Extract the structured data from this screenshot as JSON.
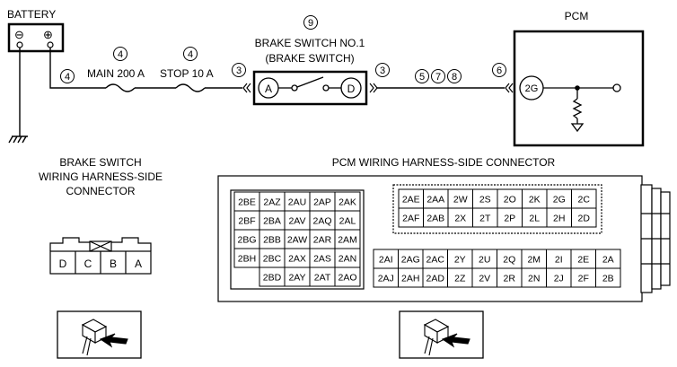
{
  "circuit": {
    "battery_label": "BATTERY",
    "battery_minus": "⊖",
    "battery_plus": "⊕",
    "fuse_main": "MAIN 200 A",
    "fuse_stop": "STOP 10 A",
    "switch_title_line1": "BRAKE SWITCH NO.1",
    "switch_title_line2": "(BRAKE SWITCH)",
    "switch_pin_a": "A",
    "switch_pin_d": "D",
    "pcm_label": "PCM",
    "pcm_terminal": "2G",
    "callouts": {
      "battery_wire": "4",
      "fuse_main": "4",
      "fuse_stop": "4",
      "stop_to_switch": "3",
      "switch_out": "3",
      "switch_top": "9",
      "harness": [
        "5",
        "7",
        "8"
      ],
      "pcm_in": "6"
    }
  },
  "brake_connector": {
    "title_line1": "BRAKE SWITCH",
    "title_line2": "WIRING HARNESS-SIDE",
    "title_line3": "CONNECTOR",
    "pins": [
      "D",
      "C",
      "B",
      "A"
    ]
  },
  "pcm_connector": {
    "title": "PCM WIRING HARNESS-SIDE CONNECTOR",
    "left_block": [
      [
        "2BE",
        "2AZ",
        "2AU",
        "2AP",
        "2AK"
      ],
      [
        "2BF",
        "2BA",
        "2AV",
        "2AQ",
        "2AL"
      ],
      [
        "2BG",
        "2BB",
        "2AW",
        "2AR",
        "2AM"
      ],
      [
        "2BH",
        "2BC",
        "2AX",
        "2AS",
        "2AN"
      ],
      [
        "",
        "2BD",
        "2AY",
        "2AT",
        "2AO"
      ]
    ],
    "top_right_block": [
      [
        "2AE",
        "2AA",
        "2W",
        "2S",
        "2O",
        "2K",
        "2G",
        "2C"
      ],
      [
        "2AF",
        "2AB",
        "2X",
        "2T",
        "2P",
        "2L",
        "2H",
        "2D"
      ]
    ],
    "bottom_right_block": [
      [
        "2AI",
        "2AG",
        "2AC",
        "2Y",
        "2U",
        "2Q",
        "2M",
        "2I",
        "2E",
        "2A"
      ],
      [
        "2AJ",
        "2AH",
        "2AD",
        "2Z",
        "2V",
        "2R",
        "2N",
        "2J",
        "2F",
        "2B"
      ]
    ]
  },
  "icons": [
    "ground-icon",
    "fuse-icon",
    "resistor-icon",
    "connector-probe-icon"
  ]
}
